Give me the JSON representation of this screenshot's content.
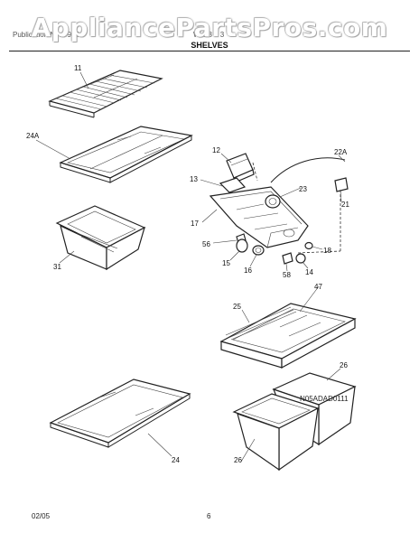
{
  "watermark": "AppliancePartsPros.com",
  "header": {
    "left_text": "Publication No. 5995",
    "right_text": "W 1 3 5 3",
    "section_title": "SHELVES"
  },
  "callouts": [
    "11",
    "24A",
    "31",
    "12",
    "13",
    "17",
    "56",
    "15",
    "16",
    "58",
    "14",
    "18",
    "23",
    "21",
    "22A",
    "25",
    "47",
    "24",
    "26",
    "26"
  ],
  "diagram_code": "N05ADAD0111",
  "footer": {
    "date": "02/05",
    "page": "6"
  }
}
